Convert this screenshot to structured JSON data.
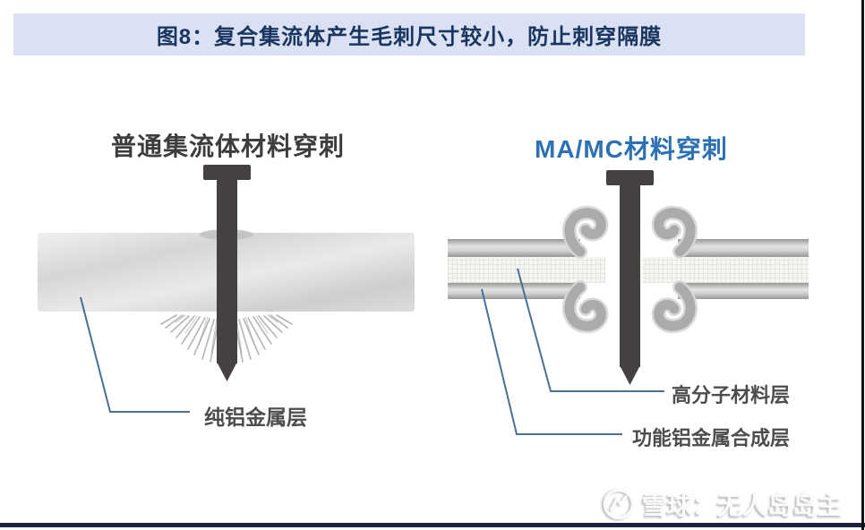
{
  "title_bar": {
    "text": "图8：复合集流体产生毛刺尺寸较小，防止刺穿隔膜",
    "bg": "#d9e1f2",
    "fg": "#1a3660"
  },
  "left_panel": {
    "heading": "普通集流体材料穿刺",
    "layer_label": "纯铝金属层"
  },
  "right_panel": {
    "heading": "MA/MC材料穿刺",
    "polymer_label": "高分子材料层",
    "metal_label": "功能铝金属合成层"
  },
  "watermark": {
    "text": "雪球：无人岛岛主",
    "logo": "xueqiu-logo"
  },
  "colors": {
    "accent_blue": "#2d70b3",
    "leader_line": "#4a7093",
    "nail": "#454140",
    "bottom_bar": "#1a2542"
  }
}
